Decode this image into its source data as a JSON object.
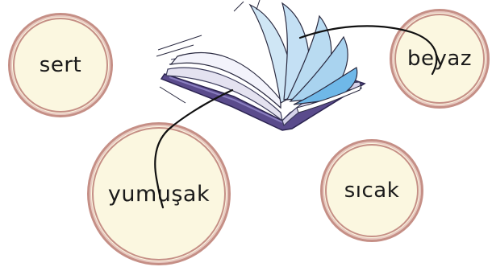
{
  "words": {
    "sert": "sert",
    "beyaz": "beyaz",
    "yumusak": "yumuşak",
    "sicak": "sıcak"
  },
  "colors": {
    "circle_fill": "#fbf7e0",
    "circle_border": "#c58f86",
    "line": "#111111",
    "book_pages": "#cfe6f5",
    "book_cover": "#5a4b8c"
  },
  "icons": {
    "book": "open-book-icon"
  }
}
